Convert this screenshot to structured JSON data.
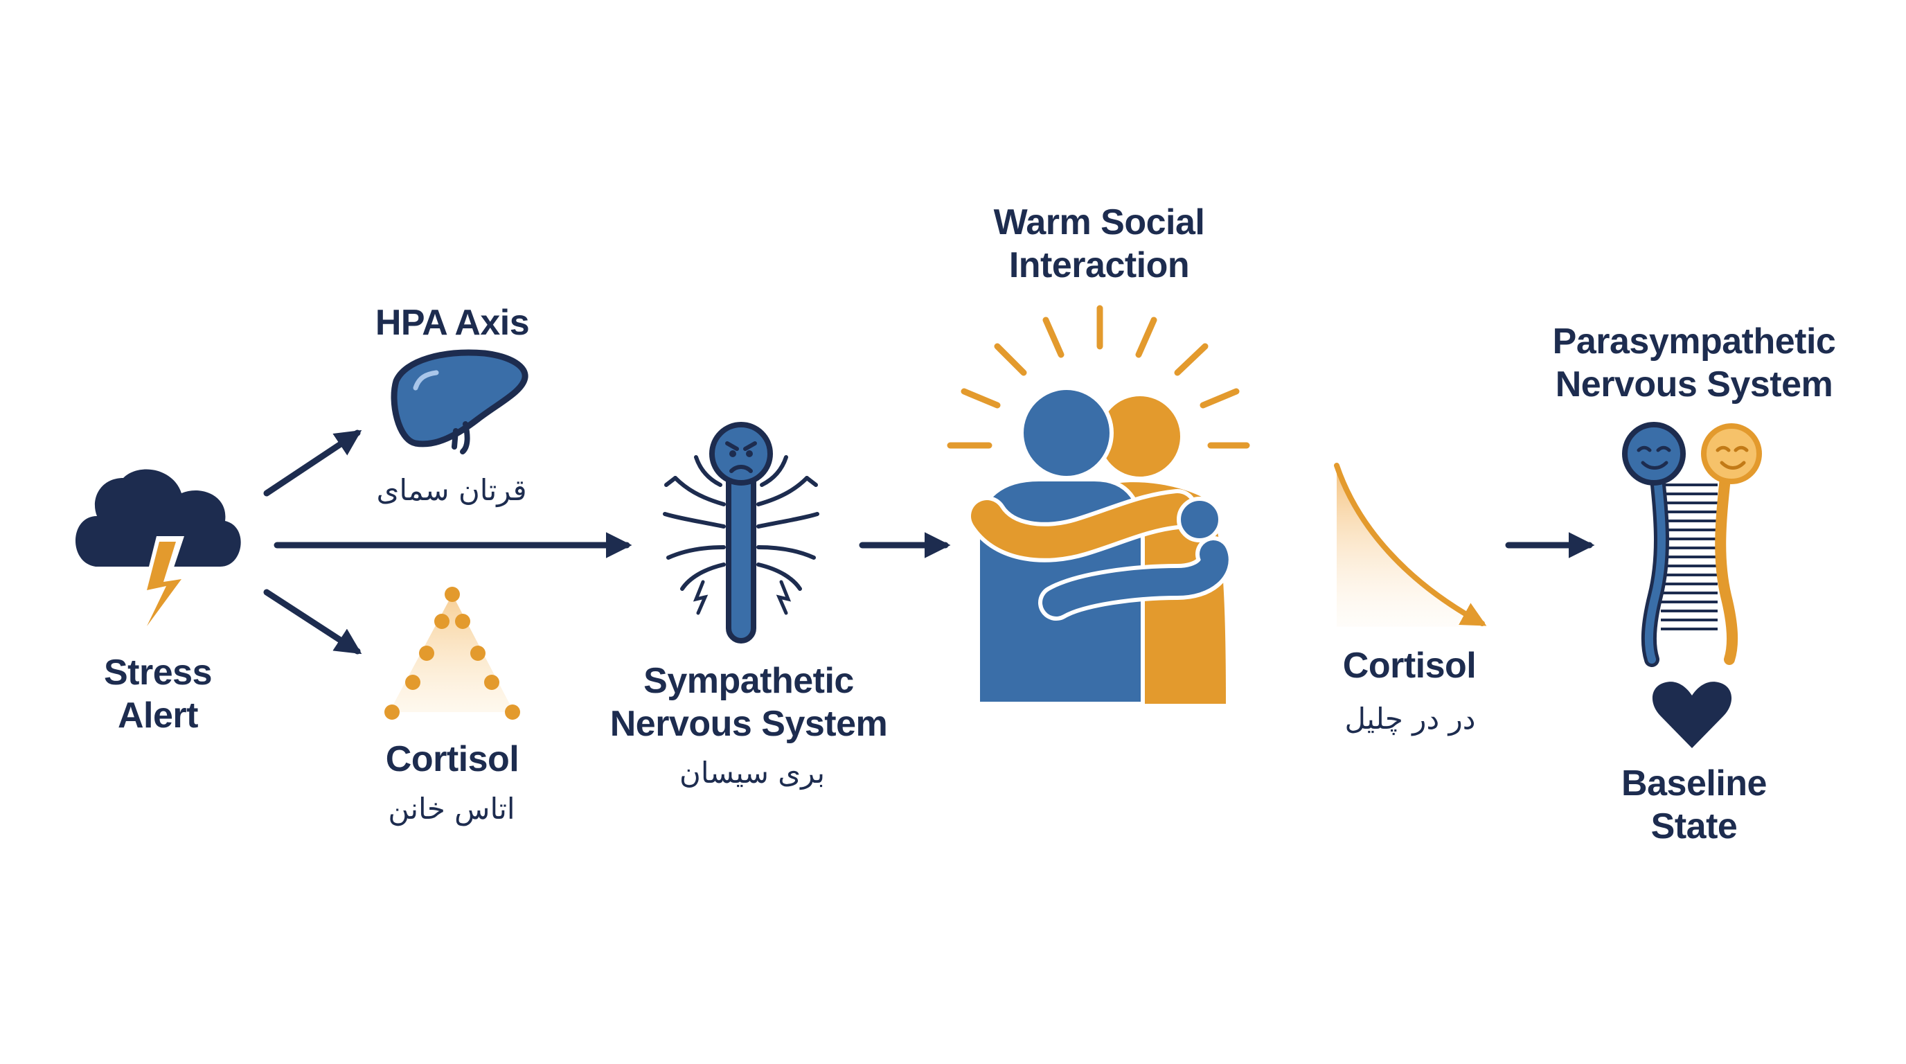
{
  "colors": {
    "navy": "#1d2c4f",
    "blue": "#3a6ea8",
    "orange": "#e39a2d",
    "background": "#ffffff"
  },
  "nodes": {
    "stress": {
      "lines": [
        "Stress",
        "Alert"
      ],
      "icon": "storm-cloud-lightning-icon"
    },
    "hpa": {
      "title": "HPA Axis",
      "subtitle": "قرتان سمای",
      "icon": "liver-organ-icon"
    },
    "cortisol_up": {
      "title": "Cortisol",
      "subtitle": "اتاس خانن",
      "icon": "rising-dots-triangle-icon"
    },
    "sympathetic": {
      "lines": [
        "Sympathetic",
        "Nervous System"
      ],
      "subtitle": "بری سیسان",
      "icon": "stressed-nerve-figure-icon"
    },
    "social": {
      "lines": [
        "Warm Social",
        "Interaction"
      ],
      "icon": "hugging-people-icon"
    },
    "cortisol_down": {
      "title": "Cortisol",
      "subtitle": "در در چلیل",
      "icon": "declining-curve-icon"
    },
    "parasympathetic": {
      "lines": [
        "Parasympathetic",
        "Nervous System"
      ],
      "icon": "calm-nerve-pair-icon"
    },
    "baseline": {
      "lines": [
        "Baseline",
        "State"
      ],
      "icon": "heart-icon"
    }
  }
}
